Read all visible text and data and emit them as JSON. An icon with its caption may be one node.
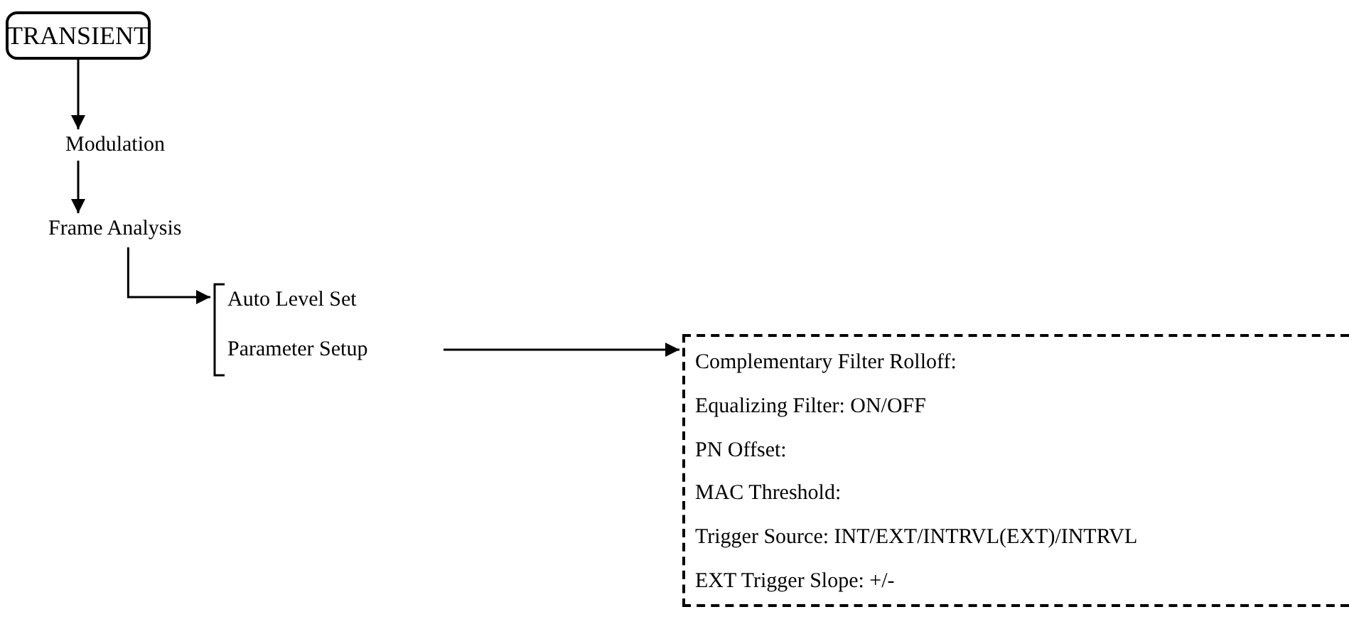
{
  "diagram": {
    "nodes": [
      {
        "text": [
          "TRANSIENT"
        ]
      },
      {
        "text": [
          "Modulation"
        ]
      },
      {
        "text": [
          "Frame Analysis"
        ]
      },
      {
        "text": [],
        "shape": "bracket"
      },
      {
        "text": [
          "Auto Level Set"
        ],
        "in": 3
      },
      {
        "text": [
          "Parameter Setup"
        ],
        "in": 3
      },
      {
        "text": [],
        "shape": "box"
      },
      {
        "text": [
          "Complementary Filter Rolloff:"
        ],
        "in": 6
      },
      {
        "text": [
          "Equalizing Filter: ON/OFF"
        ],
        "in": 6
      },
      {
        "text": [
          "PN Offset:"
        ],
        "in": 6
      },
      {
        "text": [
          "MAC Threshold:"
        ],
        "in": 6
      },
      {
        "text": [
          "Trigger Source: INT/EXT/INTRVL(EXT)/INTRVL"
        ],
        "in": 6
      },
      {
        "text": [
          "EXT Trigger Slope: +/-"
        ],
        "in": 6
      }
    ],
    "edges": [
      {
        "from": 0,
        "to": 1,
        "arrow": "to"
      },
      {
        "from": 1,
        "to": 2,
        "arrow": "to"
      },
      {
        "from": 2,
        "to": 3,
        "arrow": "to"
      },
      {
        "from": 5,
        "to": 6,
        "arrow": "to"
      }
    ]
  }
}
